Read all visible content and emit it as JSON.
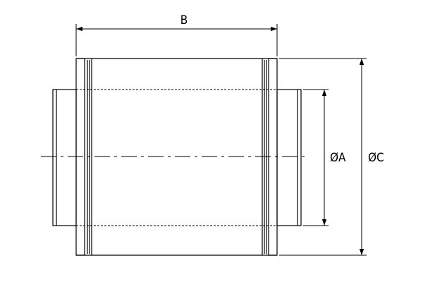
{
  "diagram": {
    "dimensions": {
      "length": "B",
      "inner_diameter": "ØA",
      "outer_diameter": "ØC"
    },
    "colors": {
      "line": "#000000",
      "background": "#ffffff"
    }
  }
}
